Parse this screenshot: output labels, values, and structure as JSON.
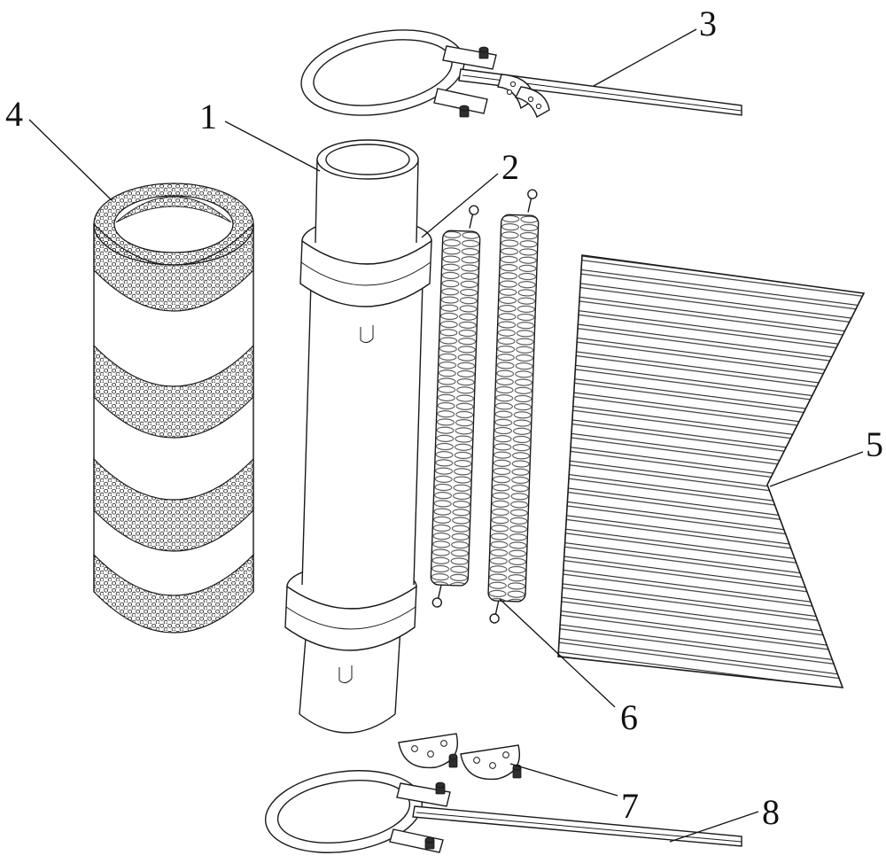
{
  "figure": {
    "colors": {
      "background": "#ffffff",
      "ink": "#1a1a1a"
    },
    "labels": {
      "part1": "1",
      "part2": "2",
      "part3": "3",
      "part4": "4",
      "part5": "5",
      "part6": "6",
      "part7": "7",
      "part8": "8"
    }
  }
}
